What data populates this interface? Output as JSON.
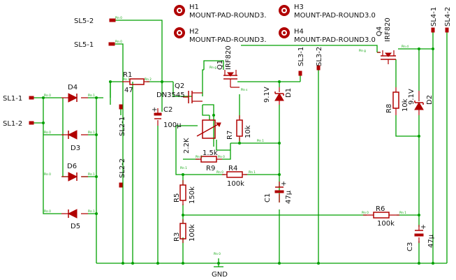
{
  "components": {
    "h1_name": "H1",
    "h1_value": "MOUNT-PAD-ROUND3.",
    "h2_name": "H2",
    "h2_value": "MOUNT-PAD-ROUND3.",
    "h3_name": "H3",
    "h3_value": "MOUNT-PAD-ROUND3.0",
    "h4_name": "H4",
    "h4_value": "MOUNT-PAD-ROUND3.0",
    "r1_name": "R1",
    "r1_value": "47",
    "r2_value": "2.2K",
    "r3_name": "R3",
    "r3_value": "100k",
    "r4_name": "R4",
    "r4_value": "100k",
    "r5_name": "R5",
    "r5_value": "150k",
    "r6_name": "R6",
    "r6_value": "100k",
    "r7_name": "R7",
    "r7_value": "10k",
    "r8_name": "R8",
    "r8_value": "10k",
    "r9_name": "R9",
    "r9_value": "1.5k",
    "c1_name": "C1",
    "c1_value": "47µ",
    "c2_name": "C2",
    "c2_value": "100µ",
    "c3_name": "C3",
    "c3_value": "47µ",
    "d1_name": "D1",
    "d1_value": "9.1V",
    "d2_name": "D2",
    "d2_value": "9.1V",
    "d3_name": "D3",
    "d4_name": "D4",
    "d5_name": "D5",
    "d6_name": "D6",
    "q1_name": "Q1",
    "q1_value": "IRF820",
    "q2_name": "Q2",
    "q2_value": "DN3545",
    "q4_name": "Q4",
    "q4_value": "IRF820"
  },
  "connectors": {
    "sl1_1": "SL1-1",
    "sl1_2": "SL1-2",
    "sl2_1": "SL2-1",
    "sl2_2": "SL2-2",
    "sl3_1": "SL3-1",
    "sl3_2": "SL3-2",
    "sl4_1": "SL4-1",
    "sl4_2": "SL4-2",
    "sl5_1": "SL5-1",
    "sl5_2": "SL5-2",
    "gnd": "GND"
  },
  "pin_labels": {
    "p0": "Pin 0",
    "p1": "Pin 1",
    "p2": "Pin 2",
    "p3": "Pin 3",
    "pg": "Pin g",
    "pd": "Pin d",
    "ps": "Pin s"
  }
}
